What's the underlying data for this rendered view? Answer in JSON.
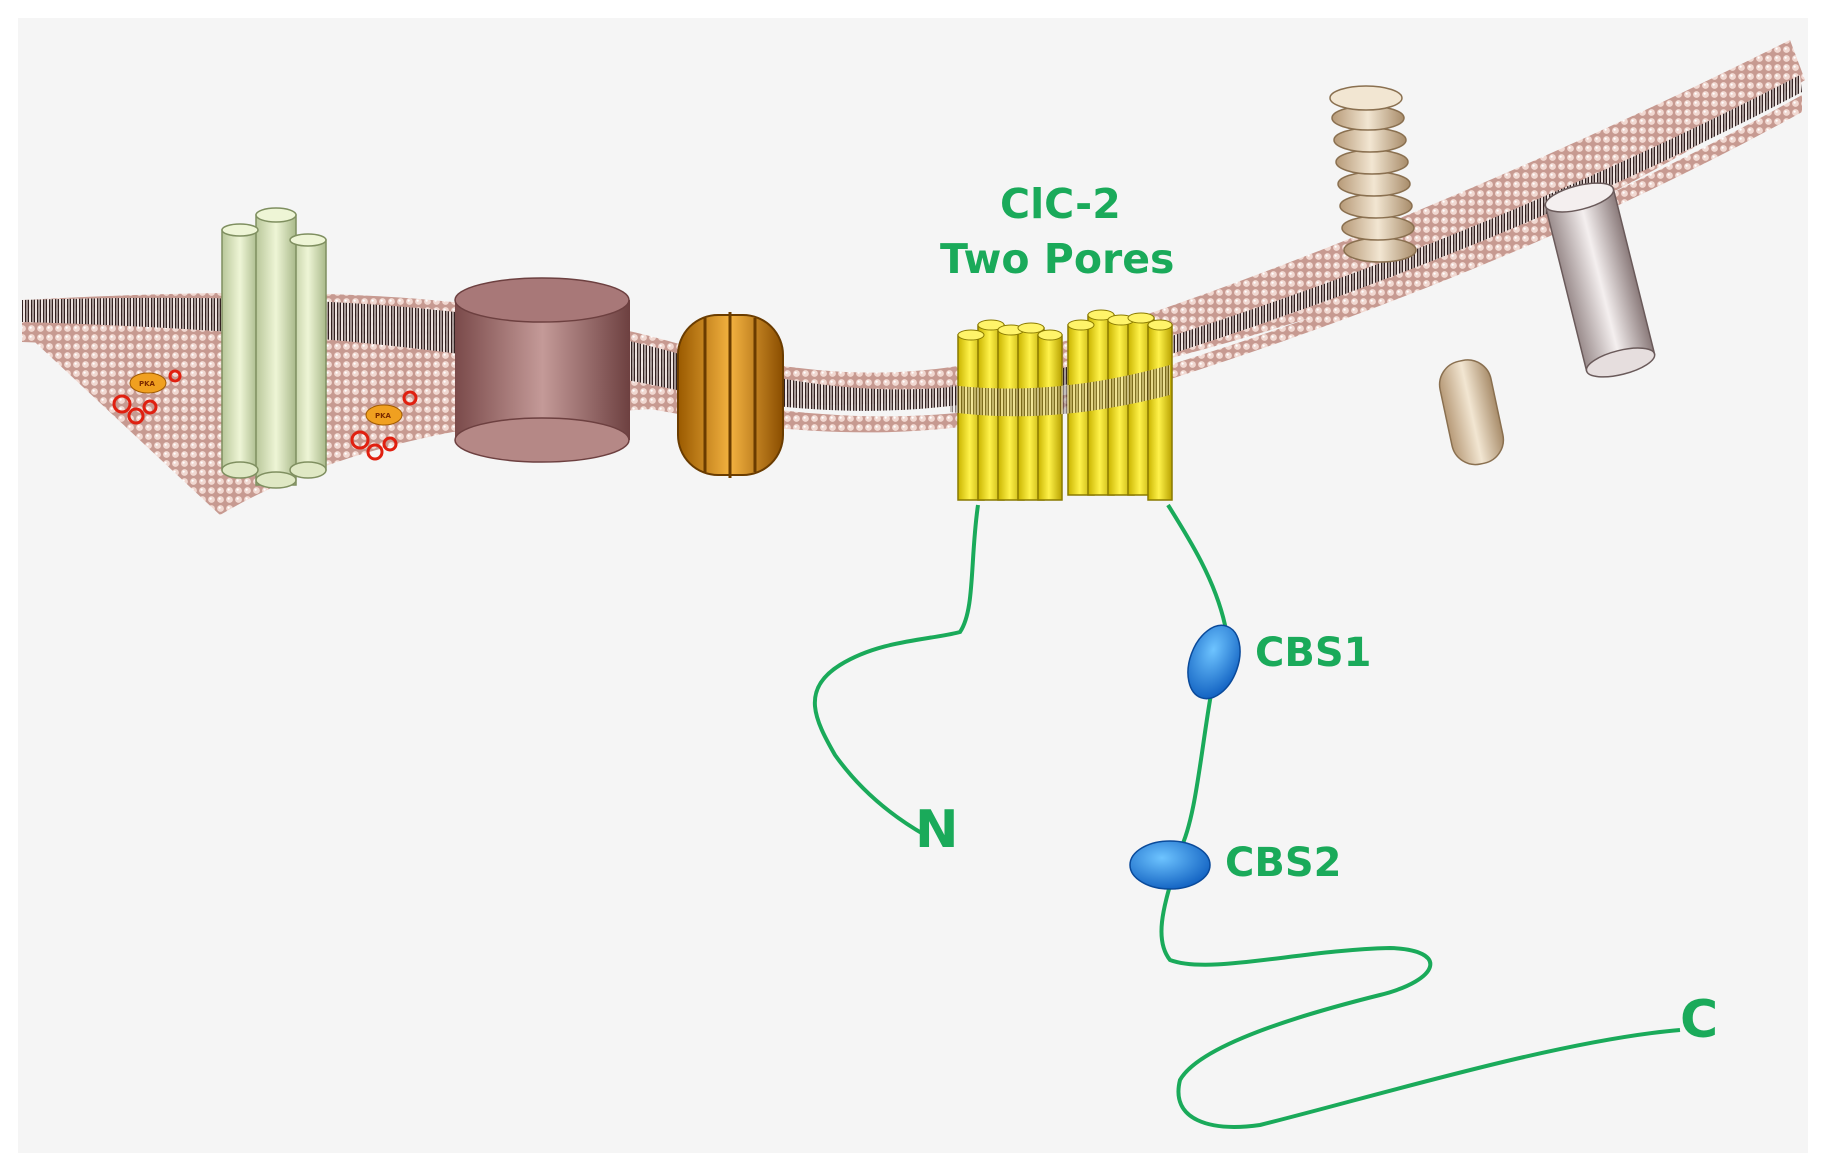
{
  "labels": {
    "channel_name": "ClC-2",
    "channel_subtitle": "Two Pores",
    "domain_cbs1": "CBS1",
    "domain_cbs2": "CBS2",
    "terminus_n": "N",
    "terminus_c": "C",
    "pka_left": "PKA",
    "pka_right": "PKA"
  },
  "colors": {
    "background": "#f5f5f5",
    "membrane_heads": "#d4a9a0",
    "membrane_core": "#3a2a2a",
    "channel_yellow": "#f0e020",
    "chain_green": "#1aaa5a",
    "cbs_blue": "#1a78d8",
    "label_green": "#1aaa5a",
    "pka_orange": "#f0a020",
    "phospho_red": "#e02010"
  }
}
